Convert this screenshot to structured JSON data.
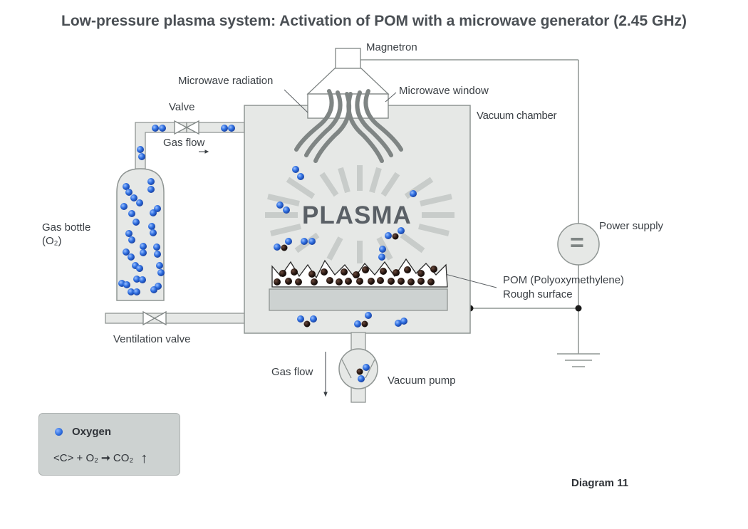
{
  "title": "Low-pressure plasma system: Activation of POM with a microwave generator (2.45 GHz)",
  "labels": {
    "magnetron": "Magnetron",
    "microwave_radiation": "Microwave radiation",
    "microwave_window": "Microwave window",
    "vacuum_chamber": "Vacuum chamber",
    "valve": "Valve",
    "gas_flow_top": "Gas flow",
    "gas_bottle": "Gas bottle",
    "gas_bottle_formula": "(O₂)",
    "plasma": "PLASMA",
    "power_supply": "Power supply",
    "power_symbol": "=",
    "pom": "POM (Polyoxymethylene)",
    "rough_surface": "Rough surface",
    "ventilation_valve": "Ventilation valve",
    "gas_flow_bottom": "Gas flow",
    "vacuum_pump": "Vacuum pump",
    "diagram_number": "Diagram 11"
  },
  "legend": {
    "oxygen_label": "Oxygen",
    "reaction_left": "<C> + O₂",
    "reaction_arrow": "➞",
    "reaction_right": "CO₂",
    "reaction_up": "↑"
  },
  "colors": {
    "chamber_fill": "#e6e8e6",
    "outline": "#8f9593",
    "wave": "#7f8584",
    "plasma_text": "#5a6066",
    "oxygen": "#2f6fe0",
    "carbon": "#2b1a14",
    "legend_bg": "#cdd2d1"
  }
}
